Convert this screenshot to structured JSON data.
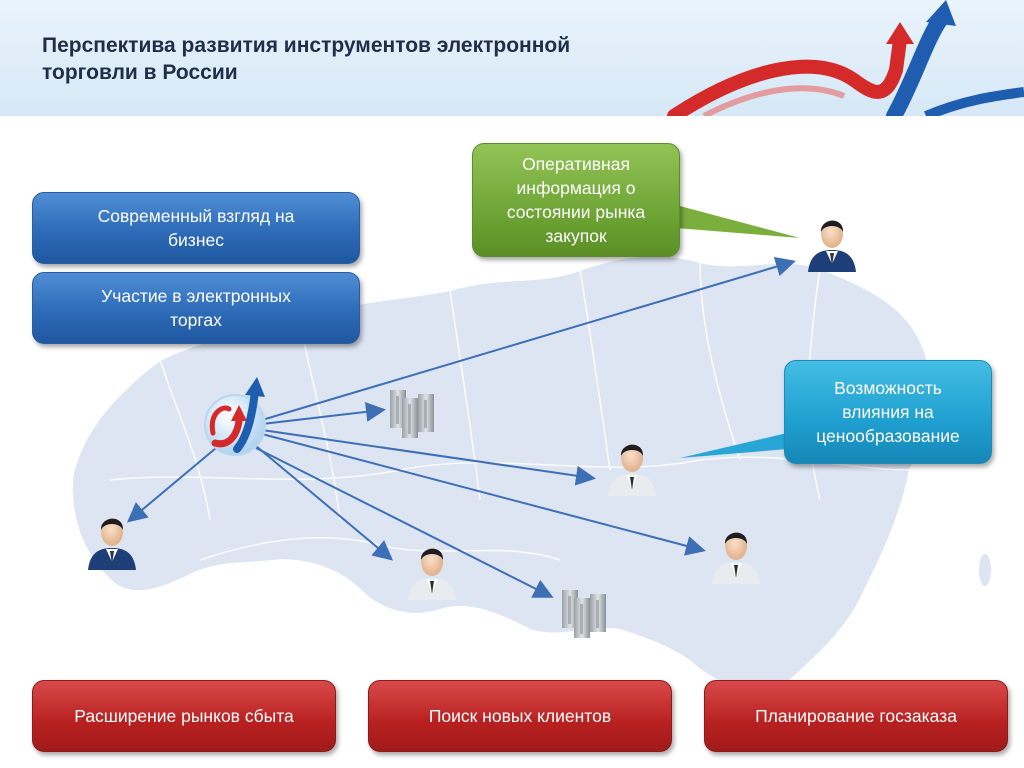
{
  "header": {
    "title_line1": "Перспектива развития инструментов электронной",
    "title_line2": "торговли в России"
  },
  "boxes": {
    "modern_view": [
      "Современный взгляд на",
      "бизнес"
    ],
    "participation": [
      "Участие в электронных",
      "торгах"
    ],
    "operative_info": [
      "Оперативная",
      "информация о",
      "состоянии рынка",
      "закупок"
    ],
    "price_influence": [
      "Возможность",
      "влияния на",
      "ценообразование"
    ],
    "market_expansion": "Расширение рынков сбыта",
    "new_clients": "Поиск новых клиентов",
    "state_order": "Планирование госзаказа"
  },
  "colors": {
    "blue_box": "#2e6bb8",
    "green_box": "#6fa636",
    "cyan_box": "#1f9fcf",
    "red_box": "#b82020",
    "arrow": "#3d6fb5",
    "map": "#dde4f2"
  },
  "icons": [
    "logo-icon",
    "person-icon",
    "building-icon"
  ]
}
